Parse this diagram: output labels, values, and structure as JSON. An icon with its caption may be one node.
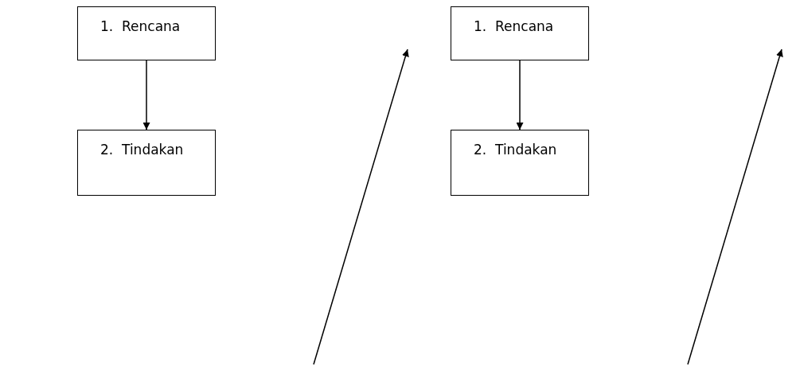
{
  "diagram": {
    "nodes": [
      {
        "text": [
          "1.  Rencana"
        ]
      },
      {
        "text": [
          "2.  Tindakan"
        ]
      },
      {
        "text": [
          "1.  Rencana"
        ]
      },
      {
        "text": [
          "2.  Tindakan"
        ]
      }
    ],
    "edges": [
      {
        "from": 0,
        "to": 1,
        "arrow": "to"
      },
      {
        "from": 2,
        "to": 3,
        "arrow": "to"
      }
    ]
  }
}
